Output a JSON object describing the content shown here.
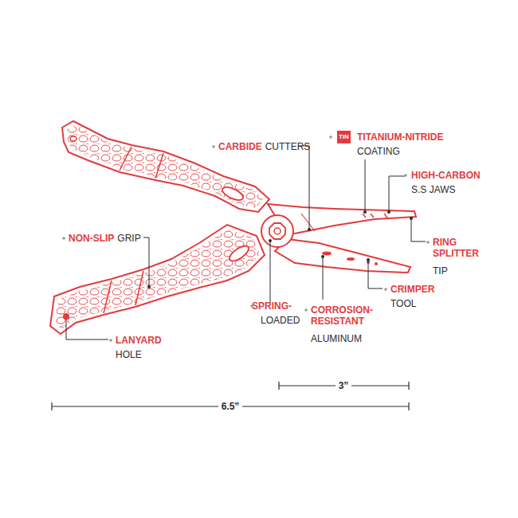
{
  "diagram": {
    "labels": [
      "CARBIDE",
      "CUTTERS",
      "TiN",
      "TITANIUM-NITRIDE",
      "COATING",
      "HIGH-CARBON",
      "S.S JAWS",
      "NON-SLIP",
      "GRIP",
      "RING SPLITTER",
      "TIP",
      "SPRING-",
      "LOADED",
      "CORROSION- RESISTANT",
      "ALUMINUM",
      "CRIMPER",
      "TOOL",
      "LANYARD",
      "HOLE",
      "3”",
      "6.5”"
    ]
  }
}
